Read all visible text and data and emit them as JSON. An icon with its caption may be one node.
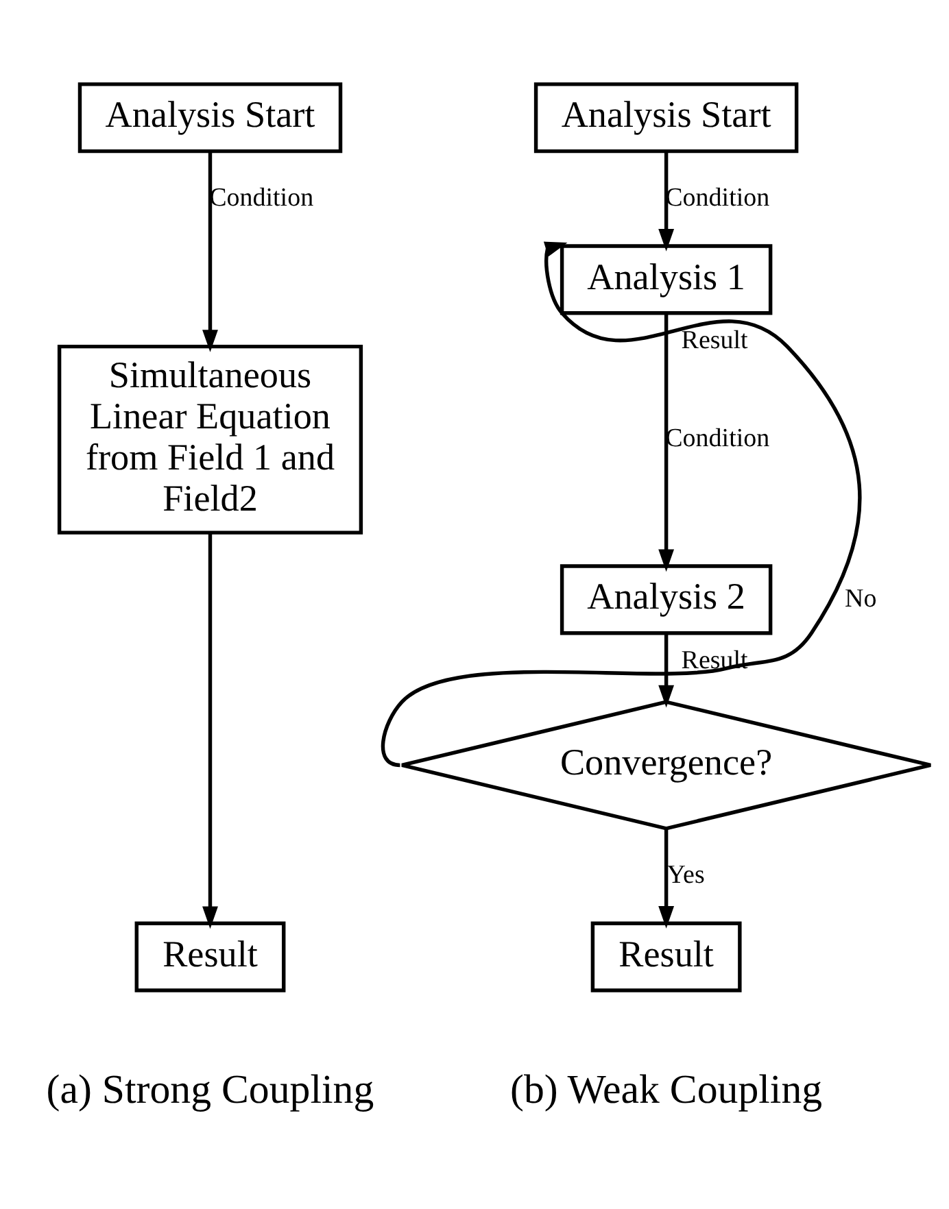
{
  "diagram": {
    "nodes": [
      {
        "text": [
          "Analysis Start"
        ]
      },
      {
        "text": [
          "Simultaneous Linear Equation from Field 1 and Field2"
        ]
      },
      {
        "text": [
          "Result"
        ]
      },
      {
        "text": [
          "Analysis Start"
        ]
      },
      {
        "text": [
          "Analysis 1"
        ]
      },
      {
        "text": [
          "Analysis 2"
        ]
      },
      {
        "text": [
          "Convergence?"
        ]
      },
      {
        "text": [
          "Result"
        ]
      }
    ],
    "edges": [
      {
        "from": 0,
        "to": 1,
        "arrow": "to",
        "label": "Condition"
      },
      {
        "from": 1,
        "to": 2,
        "arrow": "to"
      },
      {
        "from": 3,
        "to": 4,
        "arrow": "to",
        "label": "Condition"
      },
      {
        "from": 4,
        "to": 5,
        "arrow": "to",
        "label": "Condition"
      },
      {
        "from": 5,
        "to": 6,
        "arrow": "to"
      },
      {
        "from": 6,
        "to": 7,
        "arrow": "to",
        "label": "Yes"
      },
      {
        "from": 6,
        "to": 4,
        "arrow": "to",
        "label": "No"
      }
    ],
    "labels": [
      "Result",
      "Result",
      "(a) Strong Coupling",
      "(b) Weak Coupling"
    ]
  }
}
